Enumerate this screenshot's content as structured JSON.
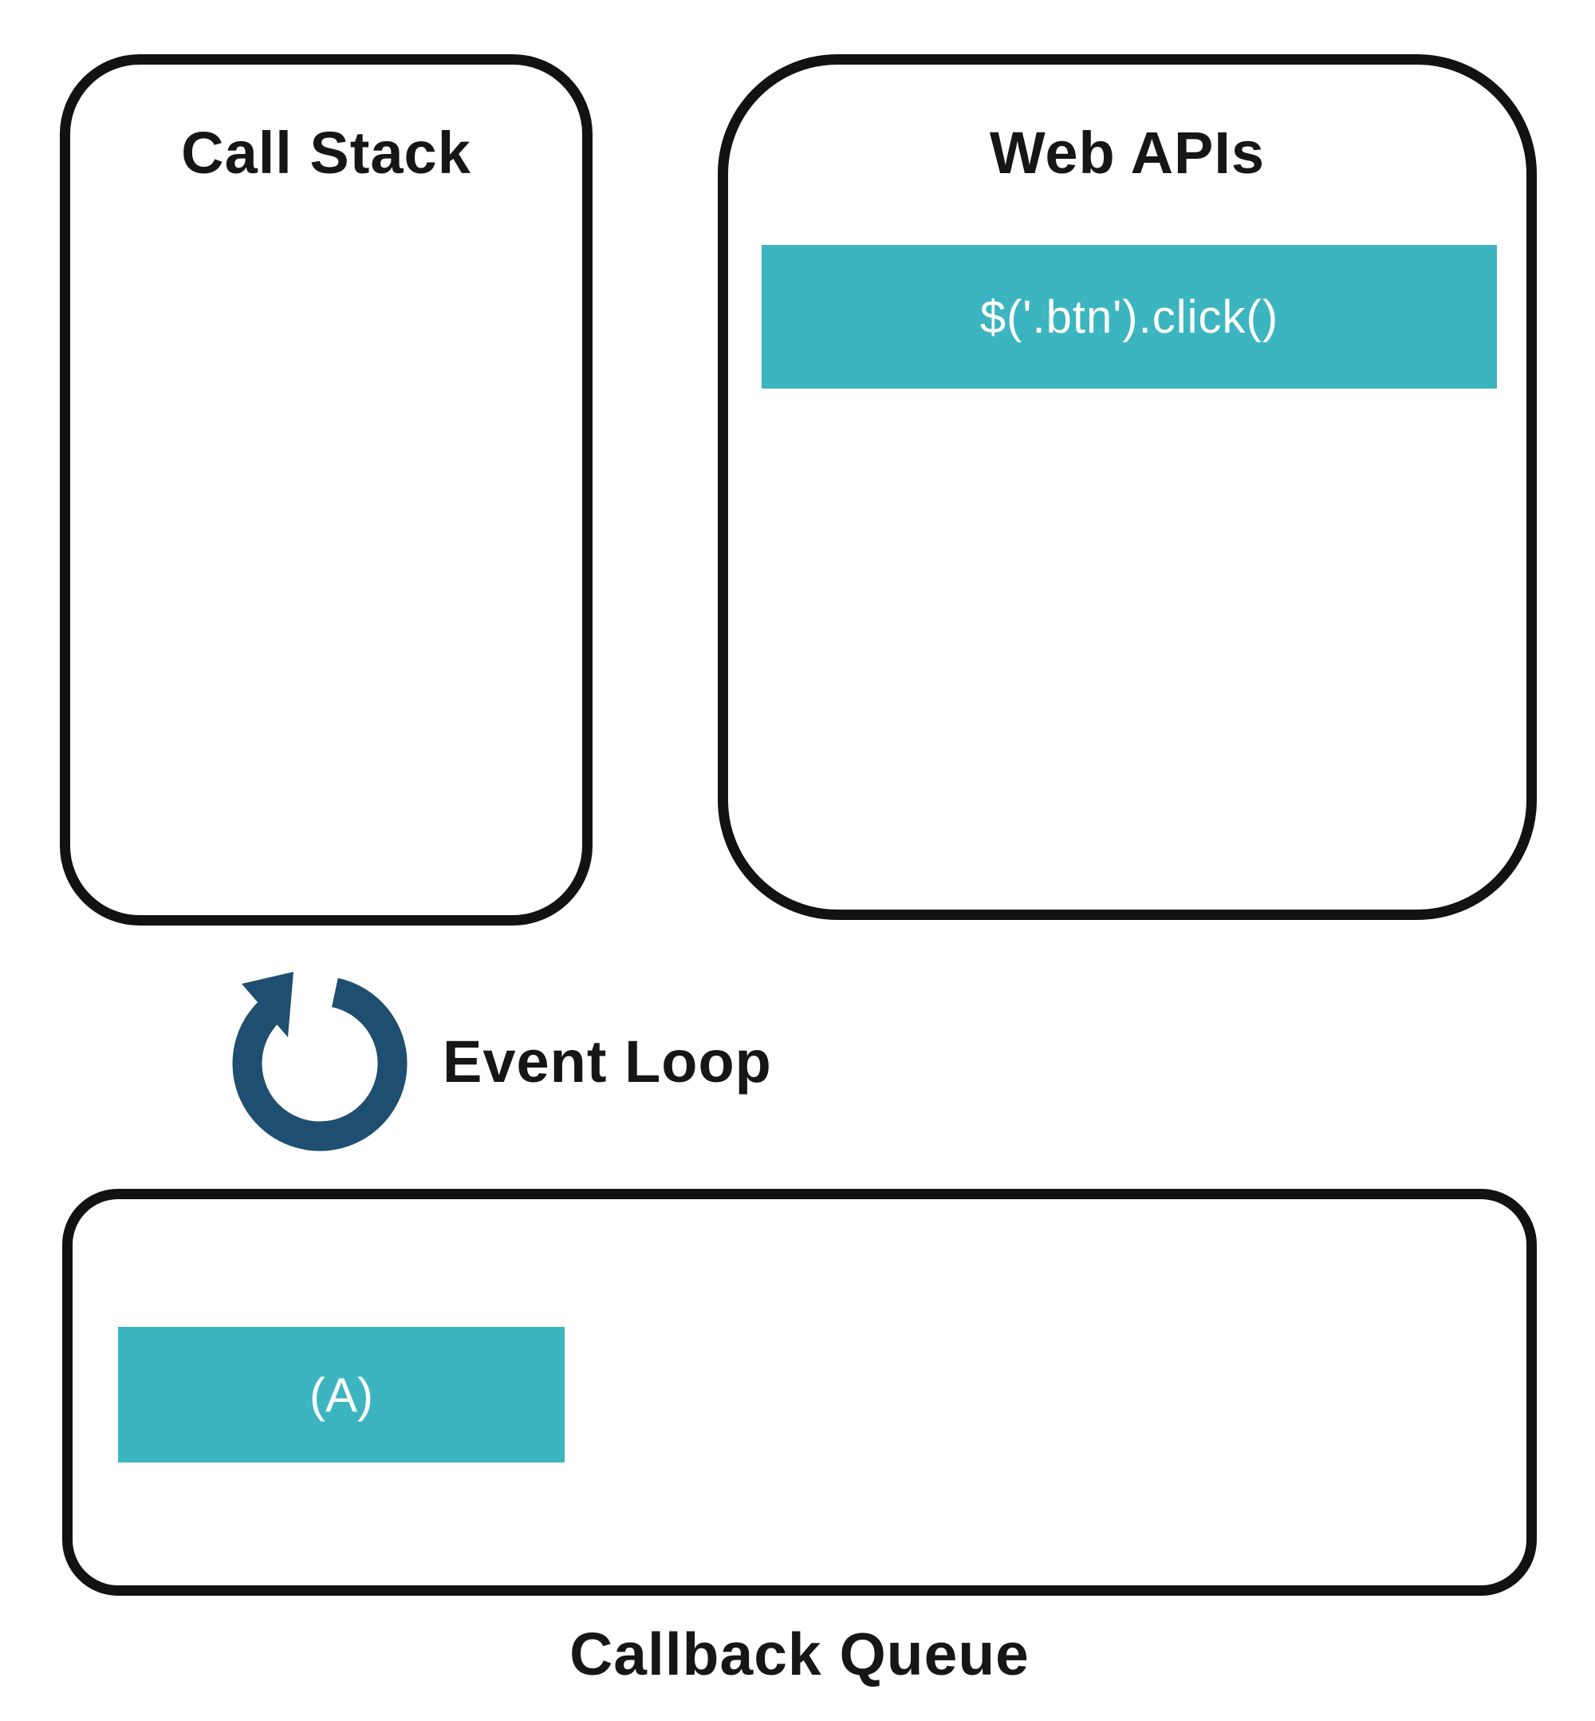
{
  "diagram": {
    "call_stack": {
      "title": "Call Stack"
    },
    "web_apis": {
      "title": "Web APIs",
      "items": [
        {
          "label": "$('.btn').click()"
        }
      ]
    },
    "event_loop": {
      "label": "Event Loop",
      "icon": "circular-arrow-icon"
    },
    "callback_queue": {
      "title": "Callback Queue",
      "items": [
        {
          "label": "(A)"
        }
      ]
    },
    "colors": {
      "task_teal": "#3cb5c0",
      "arrow_navy": "#1e4f70",
      "outline_black": "#121212"
    }
  }
}
